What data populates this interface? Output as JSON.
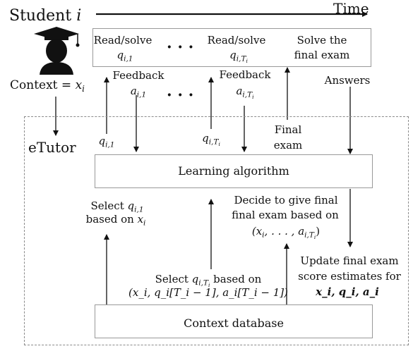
{
  "header": {
    "student_label": "Student",
    "student_index": "i",
    "time_label": "Time"
  },
  "context_label": "Context = ",
  "context_var": "x",
  "context_sub": "i",
  "etutor_label": "eTutor",
  "top_box": {
    "read_solve_1": "Read/solve",
    "q_var": "q",
    "q1_sub": "i,1",
    "ellipsis": "· · ·",
    "read_solve_2": "Read/solve",
    "qT_sub": "i,T",
    "qT_subsub": "i",
    "solve_final_line1": "Solve the",
    "solve_final_line2": "final exam"
  },
  "feedback": {
    "label_1": "Feedback",
    "a_var": "a",
    "a1_sub": "i,1",
    "ellipsis": "· · ·",
    "label_2": "Feedback",
    "aT_sub": "i,T",
    "aT_subsub": "i",
    "answers": "Answers"
  },
  "arrow_labels": {
    "q1": "q",
    "q1_sub": "i,1",
    "qT": "q",
    "qT_sub": "i,T",
    "qT_subsub": "i",
    "final_exam_line1": "Final",
    "final_exam_line2": "exam"
  },
  "learning_box": "Learning algorithm",
  "context_db_box": "Context database",
  "select_q1": {
    "line1_prefix": "Select ",
    "q_var": "q",
    "q_sub": "i,1",
    "line2_prefix": "based on ",
    "x_var": "x",
    "x_sub": "i"
  },
  "decide_final": {
    "line1": "Decide to give final",
    "line2": "final exam based on",
    "line3": "(x",
    "line3_sub1": "i",
    "line3_mid": ", . . . , a",
    "line3_sub2": "i,T",
    "line3_subsub": "i",
    "line3_end": ")"
  },
  "select_qT": {
    "line1_prefix": "Select ",
    "q_var": "q",
    "q_sub": "i,T",
    "q_subsub": "i",
    "line1_suffix": " based on",
    "line2": "(x_i, q_i[T_i − 1], a_i[T_i − 1])"
  },
  "update": {
    "line1": "Update final exam",
    "line2": "score estimates for",
    "line3": "x_i, q_i, a_i"
  }
}
